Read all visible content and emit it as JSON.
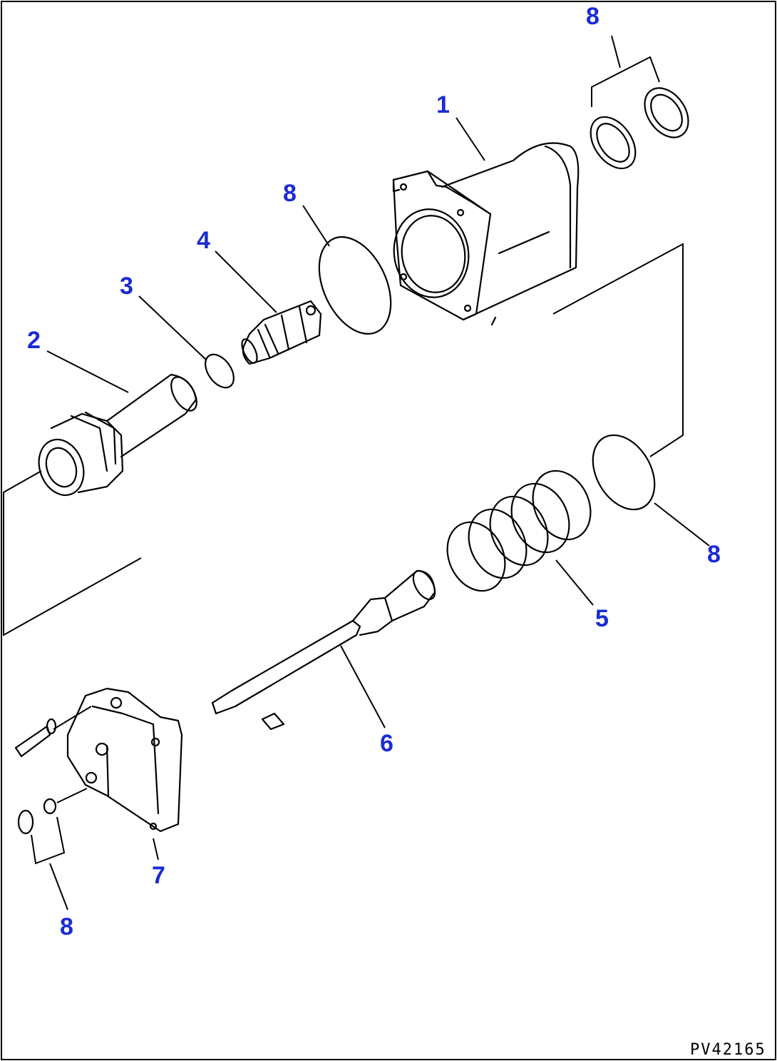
{
  "drawing_code": "PV42165",
  "labels": {
    "p1": "1",
    "p2": "2",
    "p3": "3",
    "p4": "4",
    "p5": "5",
    "p6": "6",
    "p7": "7",
    "p8a": "8",
    "p8b": "8",
    "p8c": "8",
    "p8d": "8"
  },
  "colors": {
    "label": "#1a2bd6",
    "line": "#000000"
  }
}
